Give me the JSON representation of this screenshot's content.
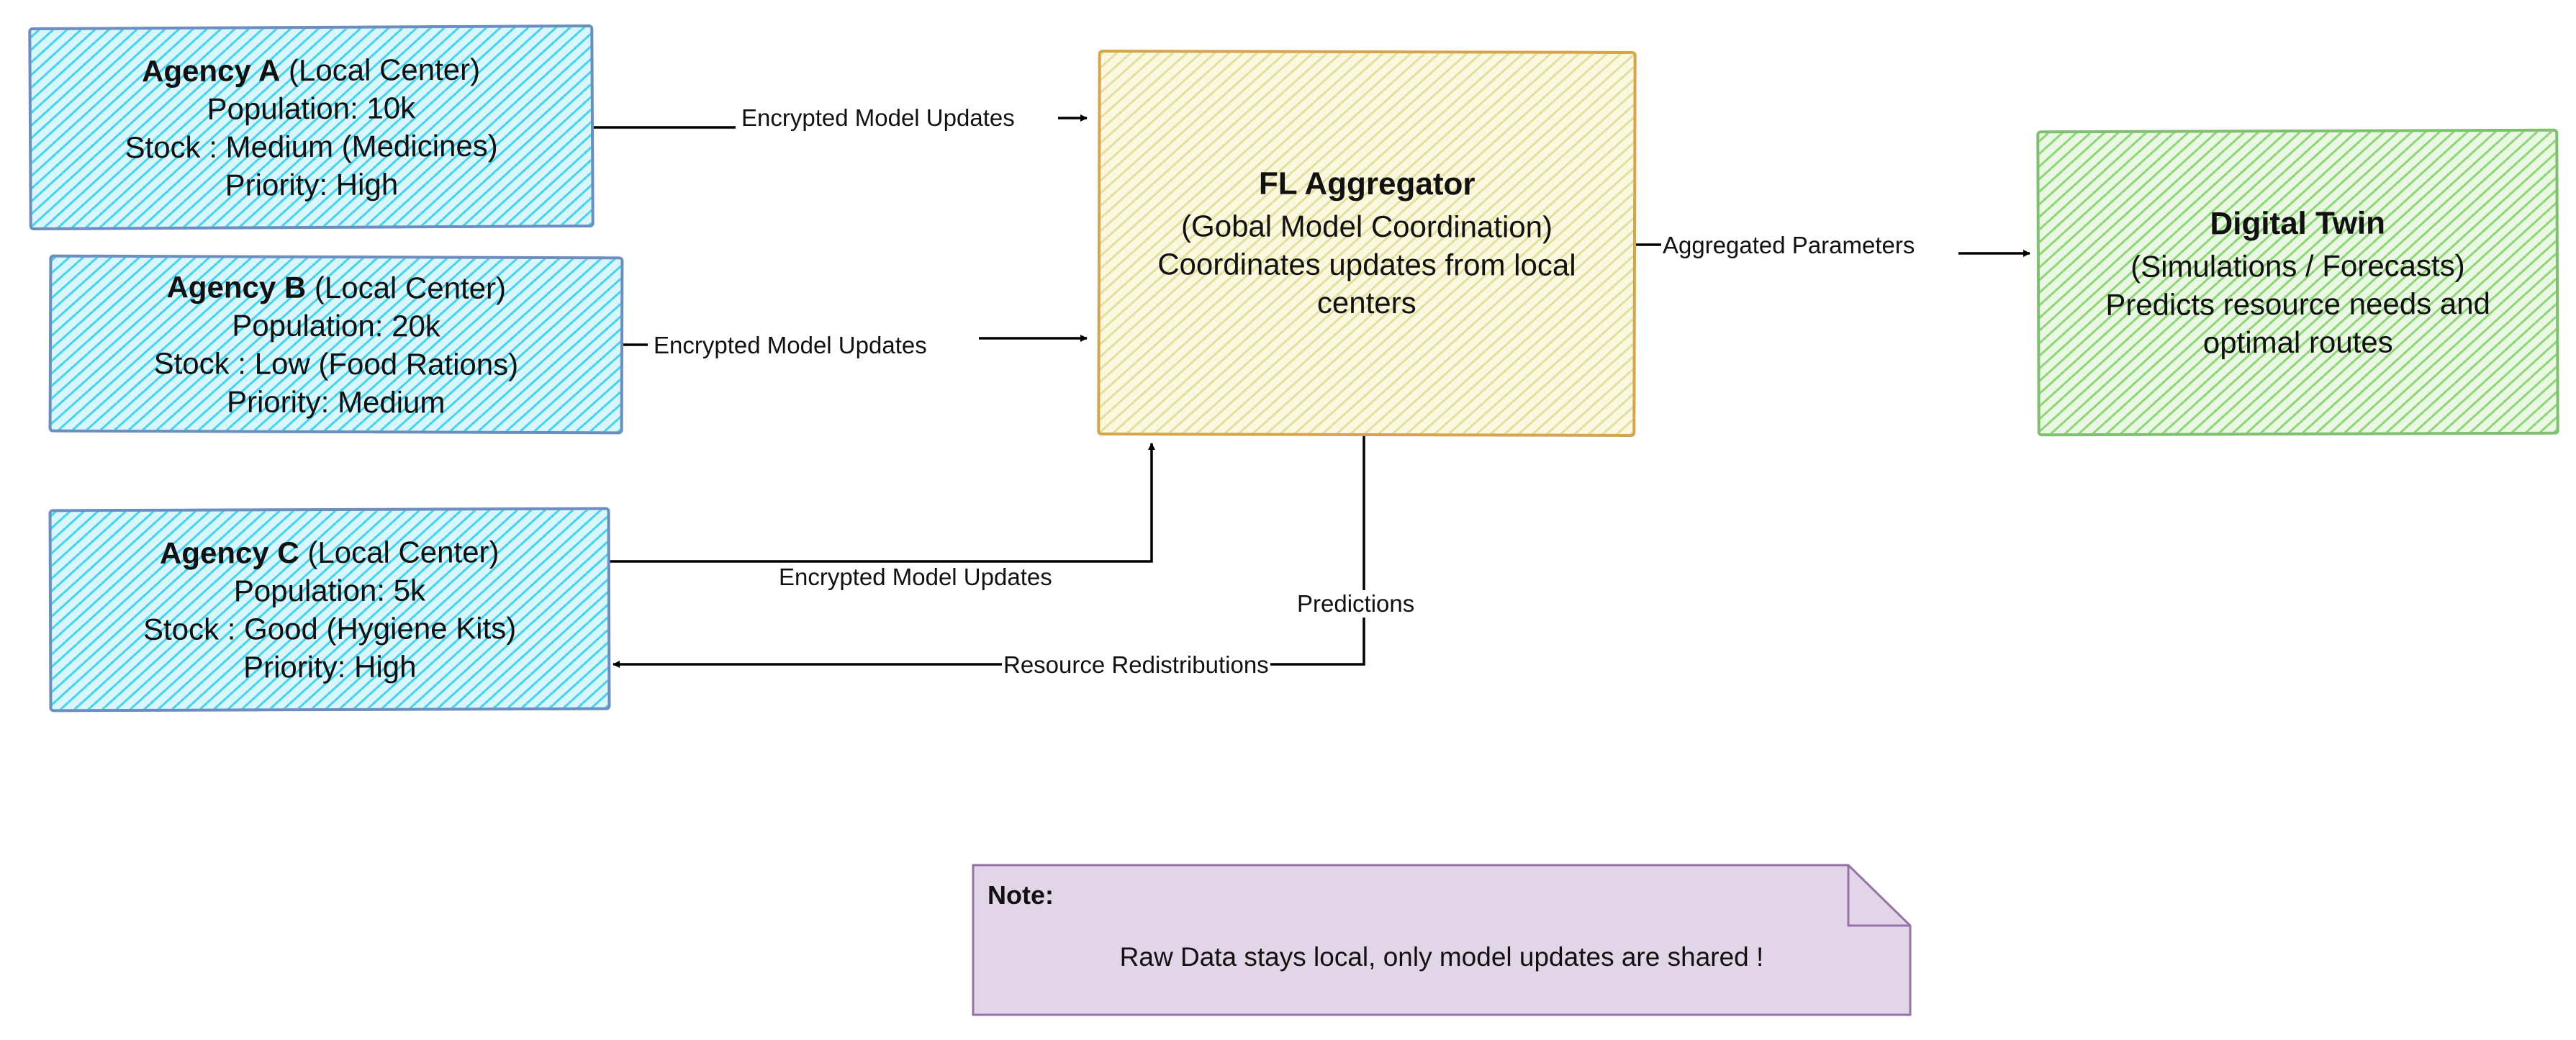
{
  "nodes": {
    "agency_a": {
      "name": "Agency A",
      "type": "(Local Center)",
      "population": "Population:  10k",
      "stock": "Stock : Medium (Medicines)",
      "priority": "Priority: High"
    },
    "agency_b": {
      "name": "Agency B",
      "type": "(Local Center)",
      "population": "Population:  20k",
      "stock": "Stock : Low (Food Rations)",
      "priority": "Priority: Medium"
    },
    "agency_c": {
      "name": "Agency C",
      "type": "(Local Center)",
      "population": "Population:  5k",
      "stock": "Stock : Good (Hygiene Kits)",
      "priority": "Priority: High"
    },
    "aggregator": {
      "title": "FL Aggregator",
      "subtitle": "(Gobal Model Coordination)",
      "description": "Coordinates updates from local centers"
    },
    "digital_twin": {
      "title": "Digital Twin",
      "subtitle": "(Simulations / Forecasts)",
      "description": "Predicts resource needs and optimal routes"
    }
  },
  "edges": {
    "a_to_agg": "Encrypted Model Updates",
    "b_to_agg": "Encrypted Model Updates",
    "c_to_agg": "Encrypted Model Updates",
    "agg_to_twin": "Aggregated Parameters",
    "predictions": "Predictions",
    "redistribution": "Resource Redistributions"
  },
  "note": {
    "title": "Note:",
    "text": "Raw Data stays local, only model updates are shared !"
  },
  "colors": {
    "agency_border": "#6c8ebf",
    "agency_fill": "#2dcdeb",
    "aggregator_border": "#d6a44a",
    "aggregator_fill": "#e1dc96",
    "twin_border": "#7fc070",
    "twin_fill": "#78cd5f",
    "note_border": "#9673a6",
    "note_fill": "#e1d5e7",
    "edge": "#000000"
  }
}
